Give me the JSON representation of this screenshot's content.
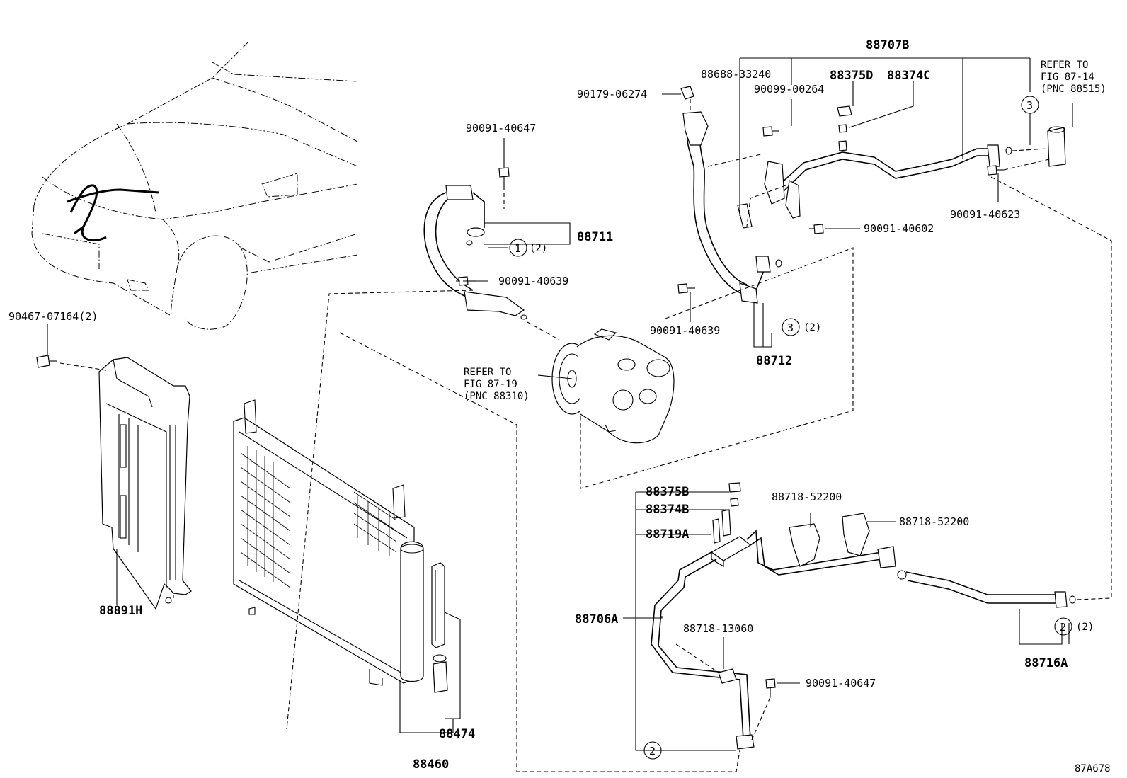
{
  "refs": {
    "fig_87_14": {
      "line1": "REFER TO",
      "line2": "FIG 87-14",
      "line3": "(PNC 88515)"
    },
    "fig_87_19": {
      "line1": "REFER TO",
      "line2": "FIG 87-19",
      "line3": "(PNC 88310)"
    }
  },
  "labels": {
    "p88707B": "88707B",
    "p88688_33240": "88688-33240",
    "p88375D": "88375D",
    "p88374C": "88374C",
    "p90099_00264": "90099-00264",
    "p90179_06274": "90179-06274",
    "p90091_40647_top": "90091-40647",
    "p88711": "88711",
    "p90091_40639_a": "90091-40639",
    "p90091_40602": "90091-40602",
    "p90091_40623": "90091-40623",
    "p90091_40639_b": "90091-40639",
    "p88712": "88712",
    "p90467_07164": "90467-07164(2)",
    "p88891H": "88891H",
    "p88375B": "88375B",
    "p88374B": "88374B",
    "p88719A": "88719A",
    "p88718_52200_a": "88718-52200",
    "p88718_52200_b": "88718-52200",
    "p88706A": "88706A",
    "p88718_13060": "88718-13060",
    "p90091_40647_bot": "90091-40647",
    "p88716A": "88716A",
    "p88474": "88474",
    "p88460": "88460",
    "qty2": "(2)",
    "circle1": "1",
    "circle2": "2",
    "circle3": "3",
    "diagram_code": "87A678"
  }
}
